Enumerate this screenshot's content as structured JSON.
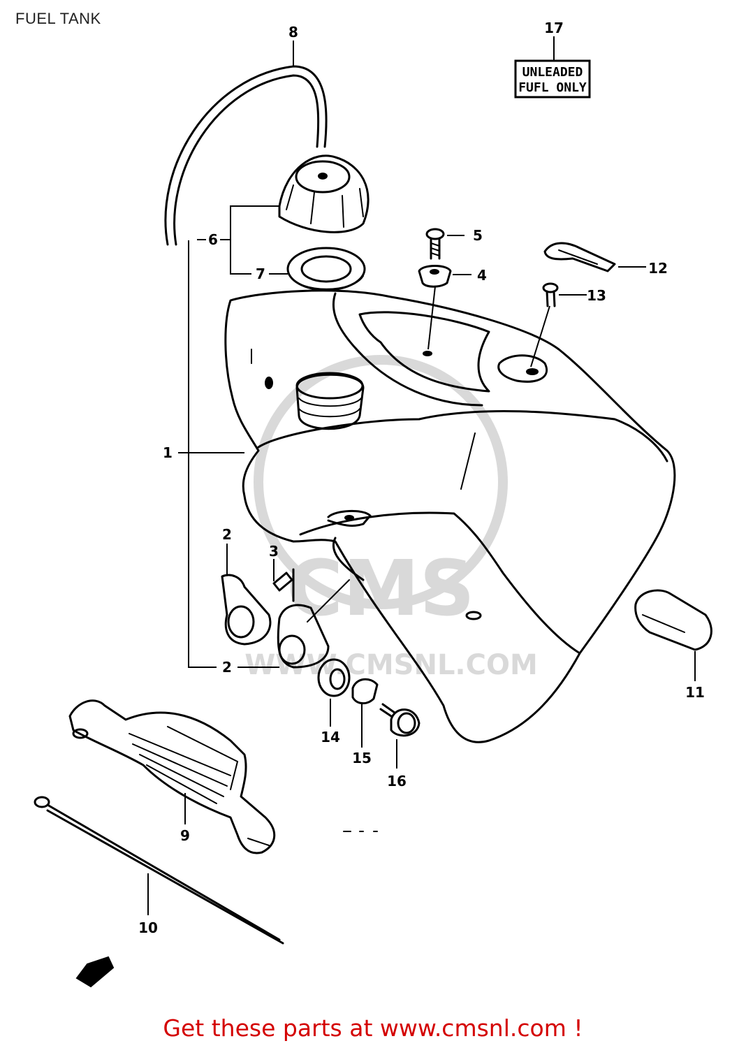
{
  "title": "FUEL TANK",
  "footer": "Get these parts at www.cmsnl.com !",
  "watermark": {
    "brand": "CMS",
    "url": "WWW.CMSNL.COM"
  },
  "label_sticker": {
    "line1": "UNLEADED",
    "line2": "FUFL ONLY"
  },
  "callouts": {
    "c1": "1",
    "c2a": "2",
    "c2b": "2",
    "c3": "3",
    "c4": "4",
    "c5": "5",
    "c6": "6",
    "c7": "7",
    "c8": "8",
    "c9": "9",
    "c10": "10",
    "c11": "11",
    "c12": "12",
    "c13": "13",
    "c14": "14",
    "c15": "15",
    "c16": "16",
    "c17": "17"
  },
  "colors": {
    "footer": "#d40000",
    "line": "#000000",
    "watermark": "#d9d9d9"
  }
}
